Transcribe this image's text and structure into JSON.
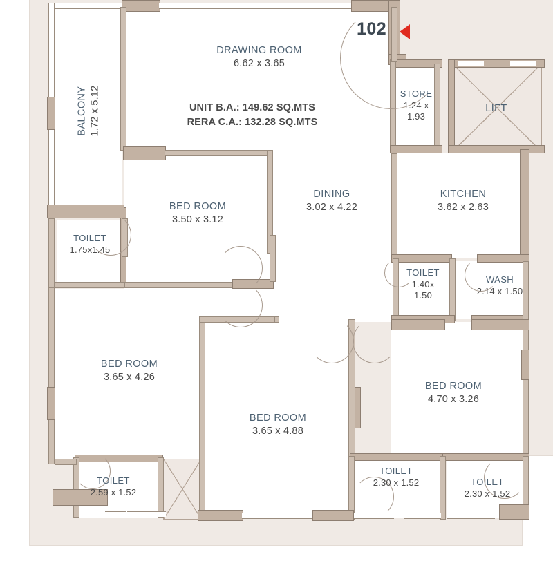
{
  "plan": {
    "unit_number": "102",
    "entry_marker": "red-left-arrow",
    "area_line_1": "UNIT B.A.: 149.62 SQ.MTS",
    "area_line_2": "RERA C.A.: 132.28 SQ.MTS",
    "colors": {
      "wall_fill": "#c3b2a3",
      "wall_stroke": "#8d7e71",
      "room_fill": "#ffffff",
      "outer_band": "#f0eae5",
      "shaft_fill": "#efe8e3",
      "label_text": "#4d6172",
      "dimension_text": "#4a4a4a",
      "unit_number_text": "#3d4852",
      "entry_arrow": "#e02b20",
      "door_arc": "#a89a8e"
    }
  },
  "rooms": [
    {
      "name": "DRAWING ROOM",
      "dim": "6.62 x 3.65"
    },
    {
      "name": "BALCONY",
      "dim": "1.72 x 5.12"
    },
    {
      "name": "STORE",
      "dim": "1.24 x",
      "dim2": "1.93"
    },
    {
      "name": "LIFT",
      "dim": ""
    },
    {
      "name": "DINING",
      "dim": "3.02 x 4.22"
    },
    {
      "name": "KITCHEN",
      "dim": "3.62 x 2.63"
    },
    {
      "name": "BED ROOM",
      "dim": "3.50 x 3.12"
    },
    {
      "name": "TOILET",
      "dim": "1.75x1.45"
    },
    {
      "name": "TOILET",
      "dim": "1.40x",
      "dim2": "1.50"
    },
    {
      "name": "WASH",
      "dim": "2.14 x 1.50"
    },
    {
      "name": "BED ROOM",
      "dim": "3.65 x 4.26"
    },
    {
      "name": "BED ROOM",
      "dim": "3.65 x 4.88"
    },
    {
      "name": "BED ROOM",
      "dim": "4.70 x 3.26"
    },
    {
      "name": "TOILET",
      "dim": "2.59 x 1.52"
    },
    {
      "name": "TOILET",
      "dim": "2.30 x 1.52"
    },
    {
      "name": "TOILET",
      "dim": "2.30 x 1.52"
    }
  ]
}
